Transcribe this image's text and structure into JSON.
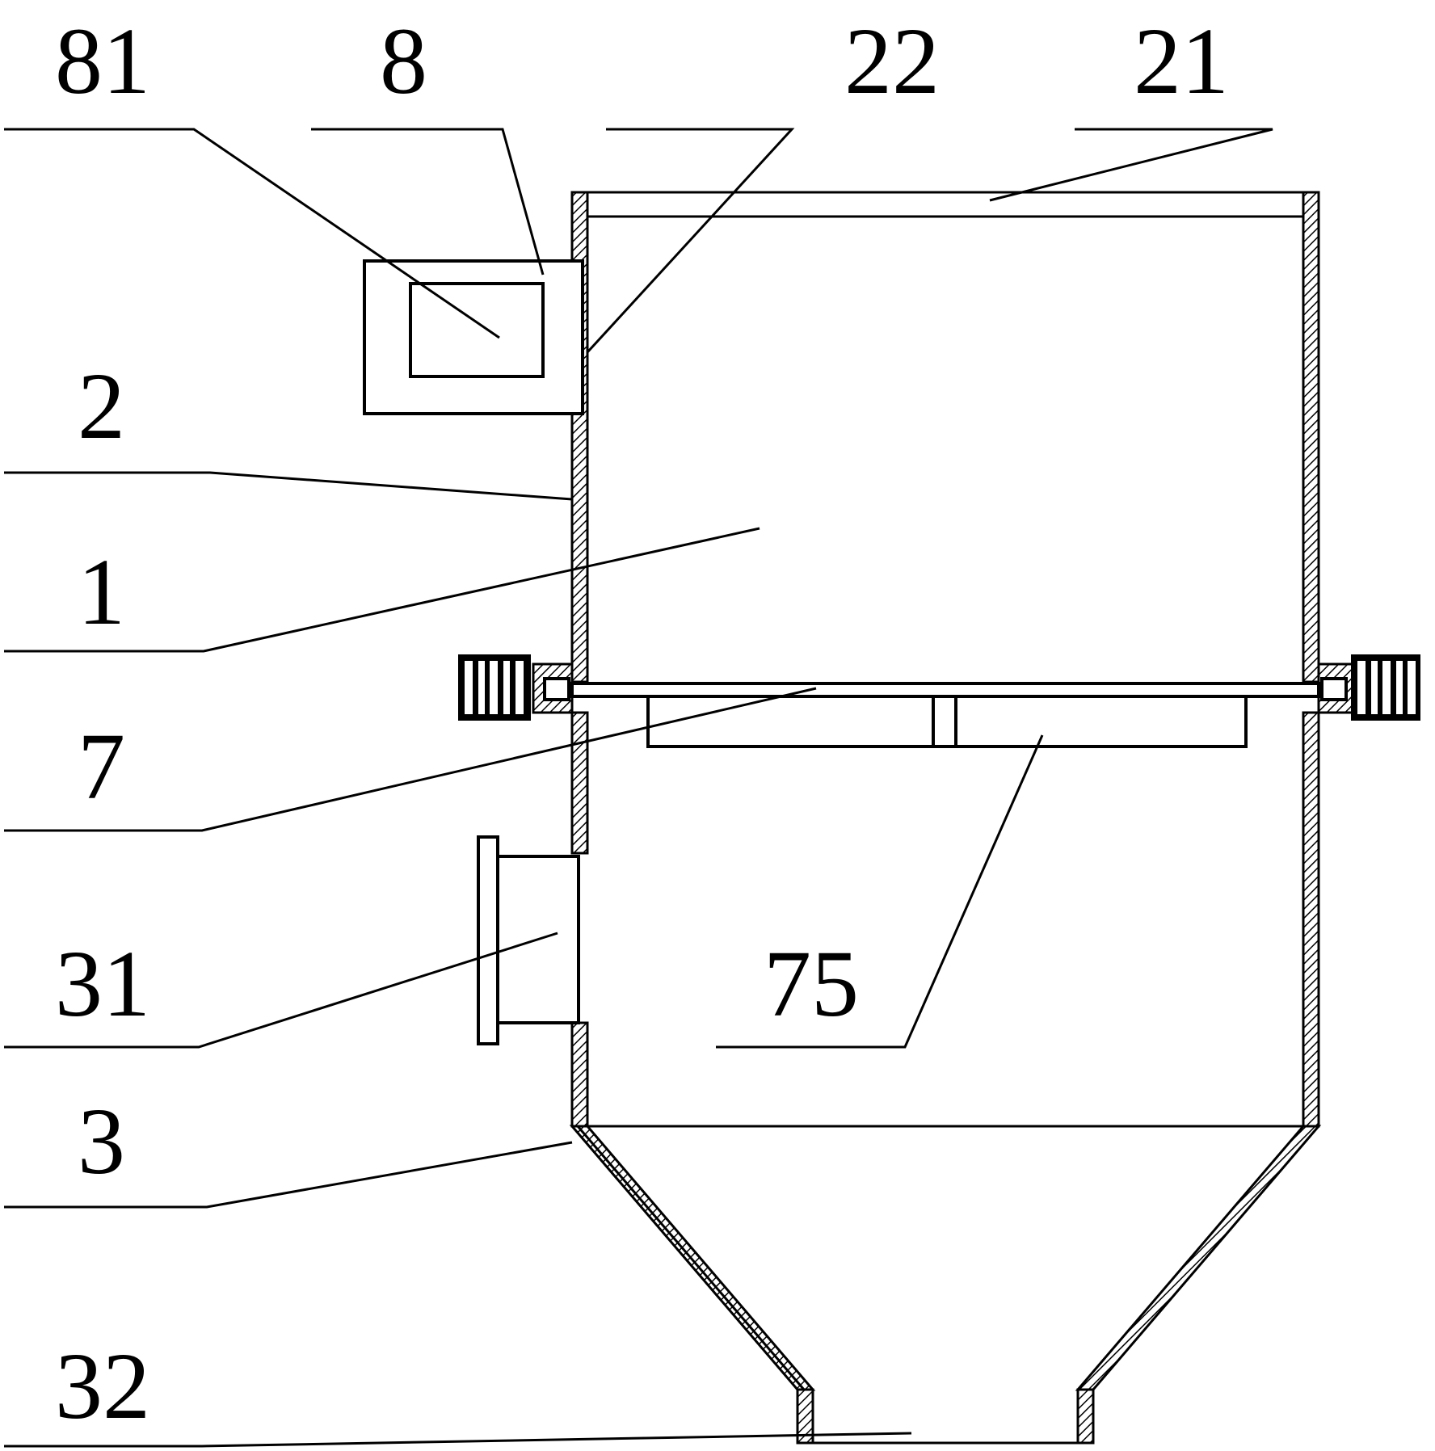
{
  "labels": {
    "l81": "81",
    "l8": "8",
    "l22": "22",
    "l21": "21",
    "l2": "2",
    "l1": "1",
    "l7": "7",
    "l31": "31",
    "l75": "75",
    "l3": "3",
    "l32": "32"
  }
}
